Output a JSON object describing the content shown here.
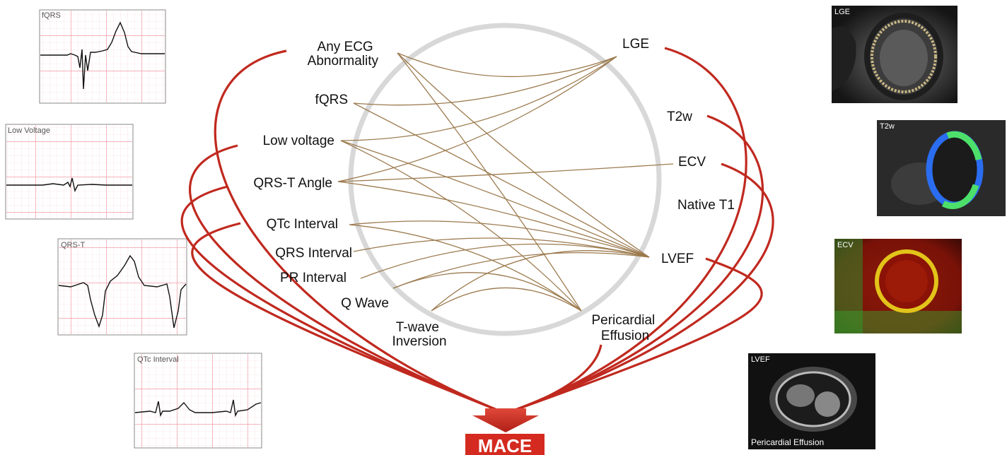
{
  "ecg_panels": [
    {
      "id": "fqrs",
      "label": "fQRS"
    },
    {
      "id": "low-voltage",
      "label": "Low Voltage"
    },
    {
      "id": "qrs-t",
      "label": "QRS-T"
    },
    {
      "id": "qtc",
      "label": "QTc Interval"
    }
  ],
  "ecg_features": [
    {
      "id": "any-ecg",
      "lines": [
        "Any ECG",
        "Abnormality"
      ]
    },
    {
      "id": "fqrs",
      "lines": [
        "fQRS"
      ]
    },
    {
      "id": "low-voltage",
      "lines": [
        "Low voltage"
      ]
    },
    {
      "id": "qrs-t-angle",
      "lines": [
        "QRS-T Angle"
      ]
    },
    {
      "id": "qtc-interval",
      "lines": [
        "QTc Interval"
      ]
    },
    {
      "id": "qrs-interval",
      "lines": [
        "QRS Interval"
      ]
    },
    {
      "id": "pr-interval",
      "lines": [
        "PR Interval"
      ]
    },
    {
      "id": "q-wave",
      "lines": [
        "Q Wave"
      ]
    },
    {
      "id": "t-wave-inversion",
      "lines": [
        "T-wave",
        "Inversion"
      ]
    }
  ],
  "cmr_features": [
    {
      "id": "lge",
      "lines": [
        "LGE"
      ]
    },
    {
      "id": "t2w",
      "lines": [
        "T2w"
      ]
    },
    {
      "id": "ecv",
      "lines": [
        "ECV"
      ]
    },
    {
      "id": "native-t1",
      "lines": [
        "Native T1"
      ]
    },
    {
      "id": "lvef",
      "lines": [
        "LVEF"
      ]
    },
    {
      "id": "pericardial-effusion",
      "lines": [
        "Pericardial",
        "Effusion"
      ]
    }
  ],
  "mri_panels": [
    {
      "id": "lge",
      "label": "LGE"
    },
    {
      "id": "t2w",
      "label": "T2w"
    },
    {
      "id": "ecv",
      "label": "ECV"
    },
    {
      "id": "lvef",
      "label": "LVEF",
      "sublabel": "Pericardial Effusion"
    }
  ],
  "associations": [
    {
      "from": "any-ecg",
      "to": "lge"
    },
    {
      "from": "any-ecg",
      "to": "lvef"
    },
    {
      "from": "any-ecg",
      "to": "pericardial-effusion"
    },
    {
      "from": "fqrs",
      "to": "lge"
    },
    {
      "from": "fqrs",
      "to": "lvef"
    },
    {
      "from": "low-voltage",
      "to": "lge"
    },
    {
      "from": "low-voltage",
      "to": "lvef"
    },
    {
      "from": "low-voltage",
      "to": "pericardial-effusion"
    },
    {
      "from": "qrs-t-angle",
      "to": "lge"
    },
    {
      "from": "qrs-t-angle",
      "to": "ecv"
    },
    {
      "from": "qrs-t-angle",
      "to": "lvef"
    },
    {
      "from": "qtc-interval",
      "to": "lvef"
    },
    {
      "from": "qtc-interval",
      "to": "pericardial-effusion"
    },
    {
      "from": "qrs-interval",
      "to": "lvef"
    },
    {
      "from": "pr-interval",
      "to": "lvef"
    },
    {
      "from": "q-wave",
      "to": "lvef"
    },
    {
      "from": "q-wave",
      "to": "pericardial-effusion"
    },
    {
      "from": "t-wave-inversion",
      "to": "lvef"
    },
    {
      "from": "t-wave-inversion",
      "to": "pericardial-effusion"
    }
  ],
  "mace_predictors": [
    "any-ecg",
    "low-voltage",
    "qrs-t-angle",
    "qtc-interval",
    "lge",
    "t2w",
    "ecv",
    "lvef",
    "pericardial-effusion"
  ],
  "outcome": {
    "label": "MACE"
  },
  "colors": {
    "association_line": "#9c7a4e",
    "mace_arrow": "#c0291f",
    "circle_stroke": "#cfcfcf",
    "ecg_grid": "#f0a6ae"
  }
}
